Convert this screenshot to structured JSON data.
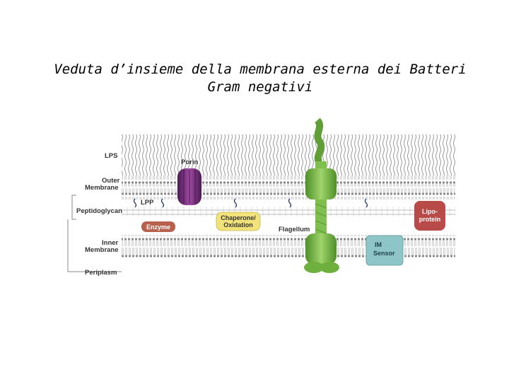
{
  "title": {
    "line1": "Veduta d’insieme della membrana esterna dei Batteri",
    "line2": "Gram negativi"
  },
  "labels": {
    "lps": "LPS",
    "outer_membrane_1": "Outer",
    "outer_membrane_2": "Membrane",
    "peptidoglycan": "Peptidoglycan",
    "inner_membrane_1": "Inner",
    "inner_membrane_2": "Membrane",
    "periplasm": "Periplasm",
    "porin": "Porin",
    "lpp": "LPP",
    "enzyme": "Enzyme",
    "chaperone_1": "Chaperone/",
    "chaperone_2": "Oxidation",
    "flagellum": "Flagellum",
    "im_sensor_1": "IM",
    "im_sensor_2": "Sensor",
    "lipoprotein_1": "Lipo-",
    "lipoprotein_2": "protein"
  },
  "colors": {
    "porin": "#6a2a6e",
    "enzyme": "#b8614e",
    "chaperone": "#f2e27a",
    "flagellum": "#7fbf4e",
    "im_sensor": "#8ec6c8",
    "lipoprotein": "#b84a48",
    "lps_lines": "#9a9a9a",
    "lpp": "#2a3b7a"
  }
}
